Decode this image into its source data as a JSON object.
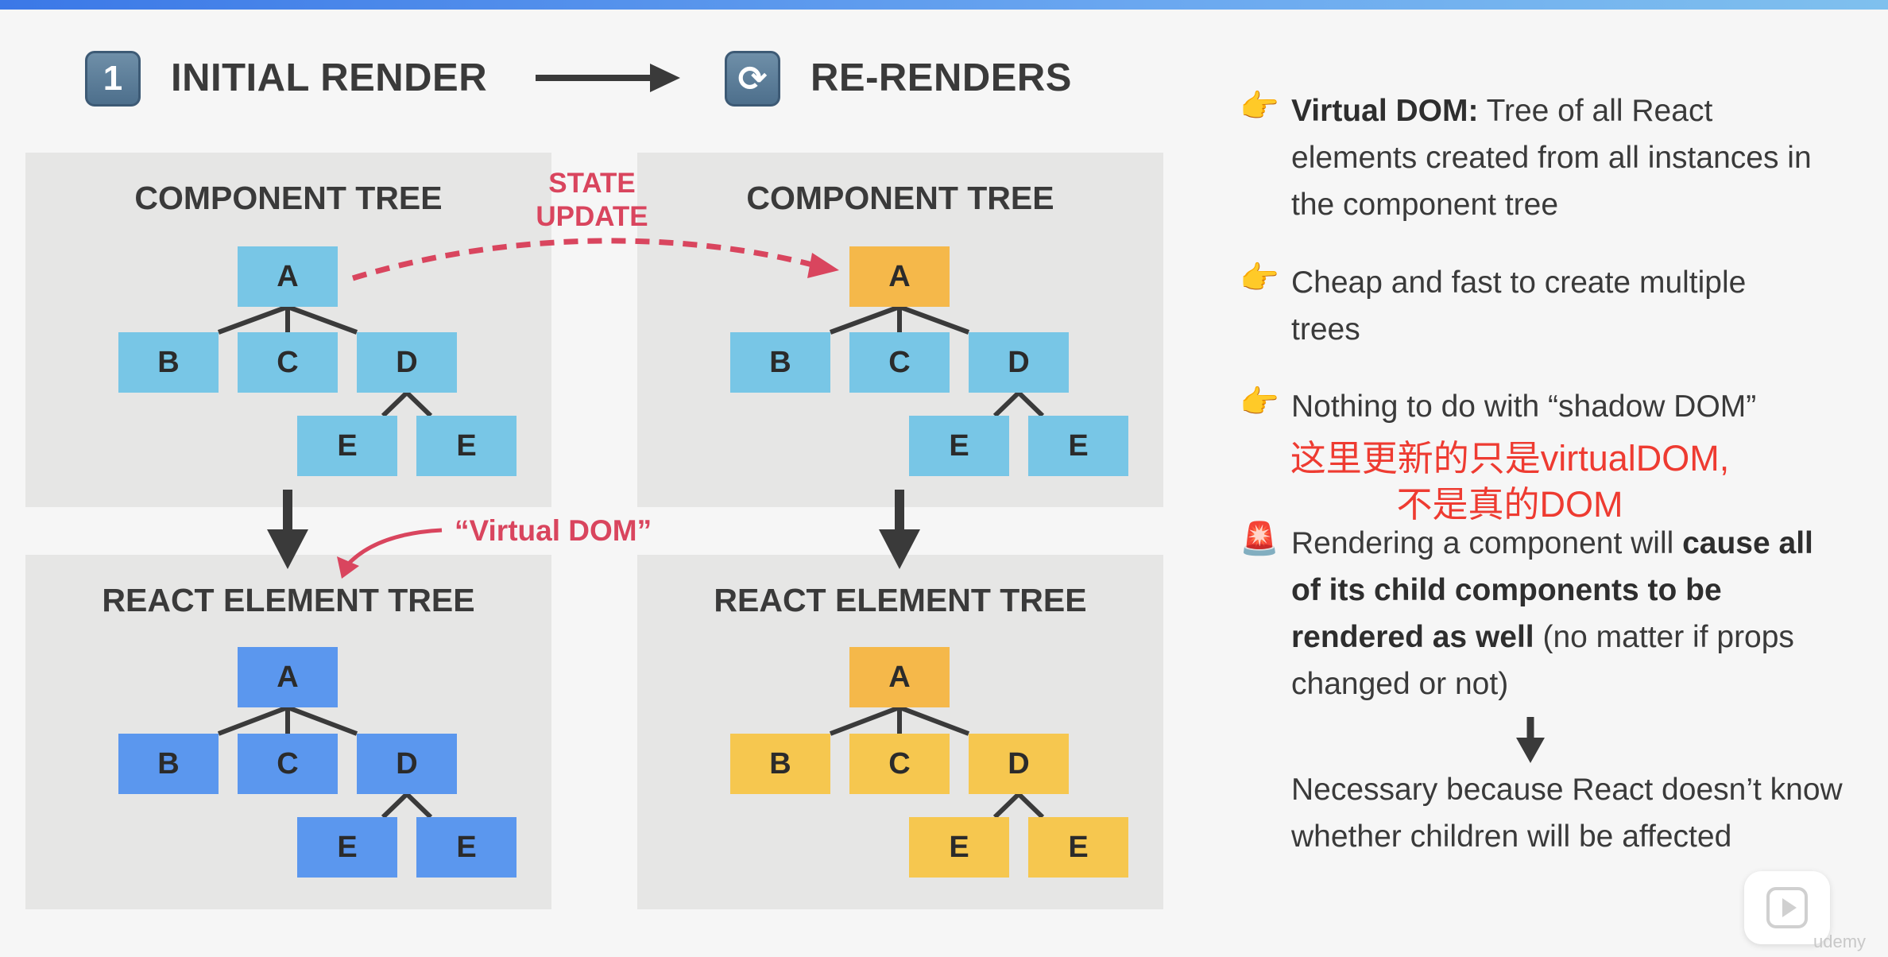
{
  "header": {
    "initial_badge": "1",
    "initial_label": "INITIAL RENDER",
    "rerender_badge": "⟳",
    "rerender_label": "RE-RENDERS"
  },
  "panels": {
    "initial_component_title": "COMPONENT TREE",
    "initial_element_title": "REACT ELEMENT TREE",
    "rerender_component_title": "COMPONENT TREE",
    "rerender_element_title": "REACT ELEMENT TREE"
  },
  "nodes": {
    "a": "A",
    "b": "B",
    "c": "C",
    "d": "D",
    "e": "E"
  },
  "annotations": {
    "state_update_line1": "STATE",
    "state_update_line2": "UPDATE",
    "virtual_dom": "“Virtual DOM”"
  },
  "notes": {
    "bullet1_bold": "Virtual DOM:",
    "bullet1_rest": " Tree of all React elements created from all instances in the component tree",
    "bullet2": "Cheap and fast to create multiple trees",
    "bullet3": "Nothing to do with “shadow DOM”",
    "cn_line1": "这里更新的只是virtualDOM,",
    "cn_line2": "不是真的DOM",
    "bullet4_pre": "Rendering a component will ",
    "bullet4_bold": "cause all of its child components to be rendered as well",
    "bullet4_post": " (no matter if props changed or not)",
    "conclusion": "Necessary because React doesn’t know whether children will be affected"
  },
  "watermark": "udemy",
  "colors": {
    "component_node": "#78c6e6",
    "element_node": "#5b97ee",
    "updated_component": "#f5b84a",
    "rerendered_element": "#f6c74f",
    "accent_red": "#d9455e",
    "chinese_note": "#ee3b31"
  }
}
